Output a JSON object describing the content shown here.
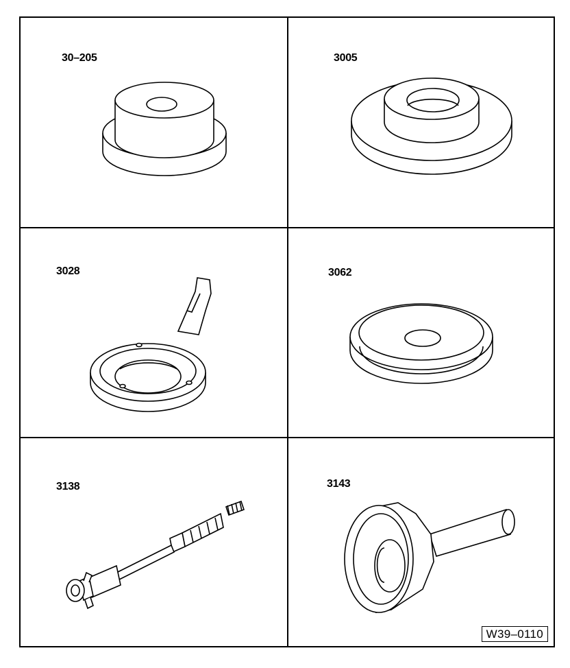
{
  "tools": [
    {
      "id": "30-205",
      "label": "30–205"
    },
    {
      "id": "3005",
      "label": "3005"
    },
    {
      "id": "3028",
      "label": "3028"
    },
    {
      "id": "3062",
      "label": "3062"
    },
    {
      "id": "3138",
      "label": "3138"
    },
    {
      "id": "3143",
      "label": "3143"
    }
  ],
  "reference": "W39–0110"
}
